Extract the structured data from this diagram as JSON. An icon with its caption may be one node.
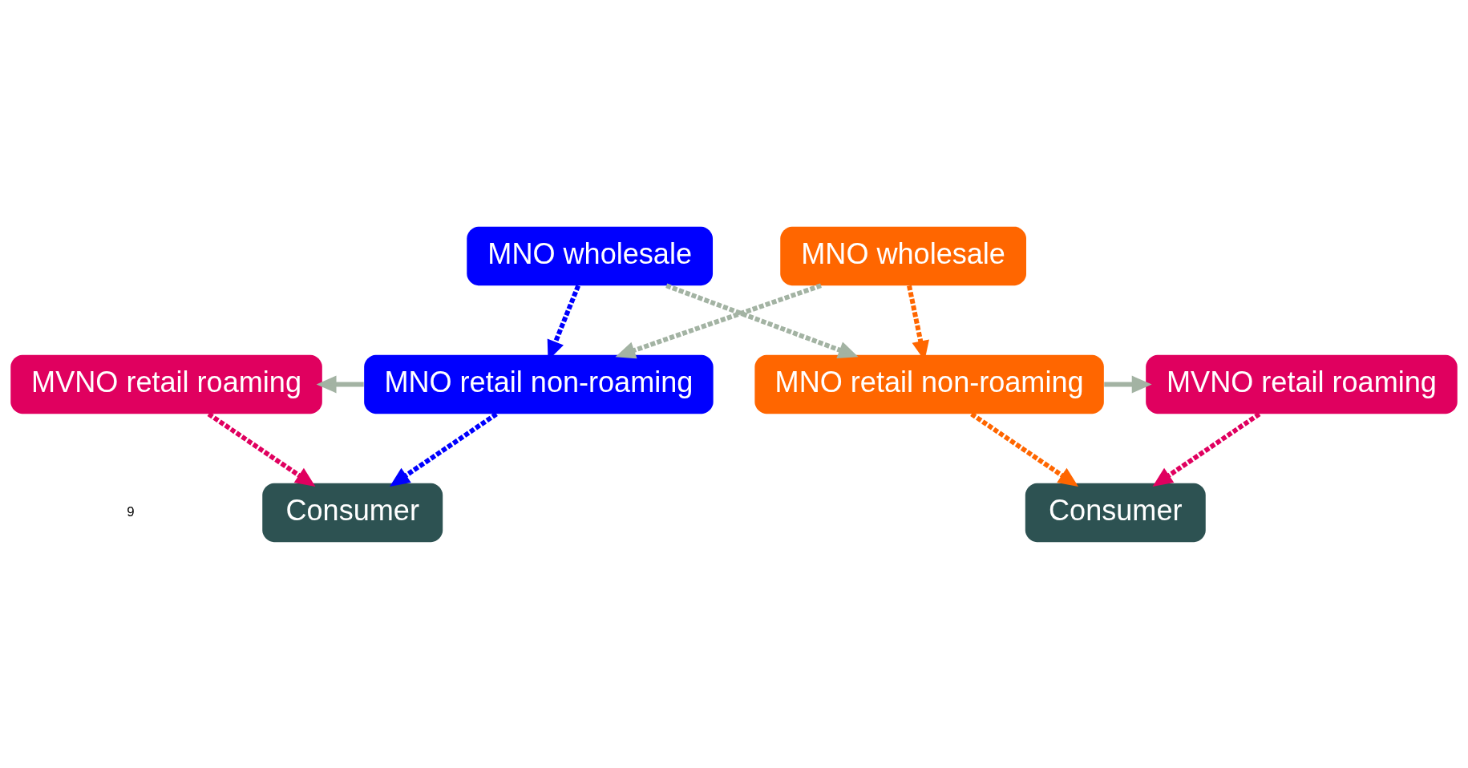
{
  "diagram": {
    "nodes": [
      {
        "text": [
          "MNO wholesale"
        ]
      },
      {
        "text": [
          "MNO wholesale"
        ]
      },
      {
        "text": [
          "MVNO retail roaming"
        ]
      },
      {
        "text": [
          "MNO retail non-roaming"
        ]
      },
      {
        "text": [
          "MNO retail non-roaming"
        ]
      },
      {
        "text": [
          "MVNO retail roaming"
        ]
      },
      {
        "text": [
          "Consumer"
        ]
      },
      {
        "text": [
          "Consumer"
        ]
      }
    ],
    "edges": [
      {
        "from": 0,
        "to": 3,
        "arrow": "to",
        "style": "dashed",
        "color": "#0000ff"
      },
      {
        "from": 0,
        "to": 4,
        "arrow": "to",
        "style": "dashed",
        "color": "#a3b3a3"
      },
      {
        "from": 1,
        "to": 3,
        "arrow": "to",
        "style": "dashed",
        "color": "#a3b3a3"
      },
      {
        "from": 1,
        "to": 4,
        "arrow": "to",
        "style": "dashed",
        "color": "#ff6600"
      },
      {
        "from": 3,
        "to": 2,
        "arrow": "to",
        "color": "#a3b3a3"
      },
      {
        "from": 4,
        "to": 5,
        "arrow": "to",
        "color": "#a3b3a3"
      },
      {
        "from": 2,
        "to": 6,
        "arrow": "to",
        "style": "dashed",
        "color": "#e0005f"
      },
      {
        "from": 3,
        "to": 6,
        "arrow": "to",
        "style": "dashed",
        "color": "#0000ff"
      },
      {
        "from": 4,
        "to": 7,
        "arrow": "to",
        "style": "dashed",
        "color": "#ff6600"
      },
      {
        "from": 5,
        "to": 7,
        "arrow": "to",
        "style": "dashed",
        "color": "#e0005f"
      }
    ],
    "labels": [
      "9"
    ]
  }
}
